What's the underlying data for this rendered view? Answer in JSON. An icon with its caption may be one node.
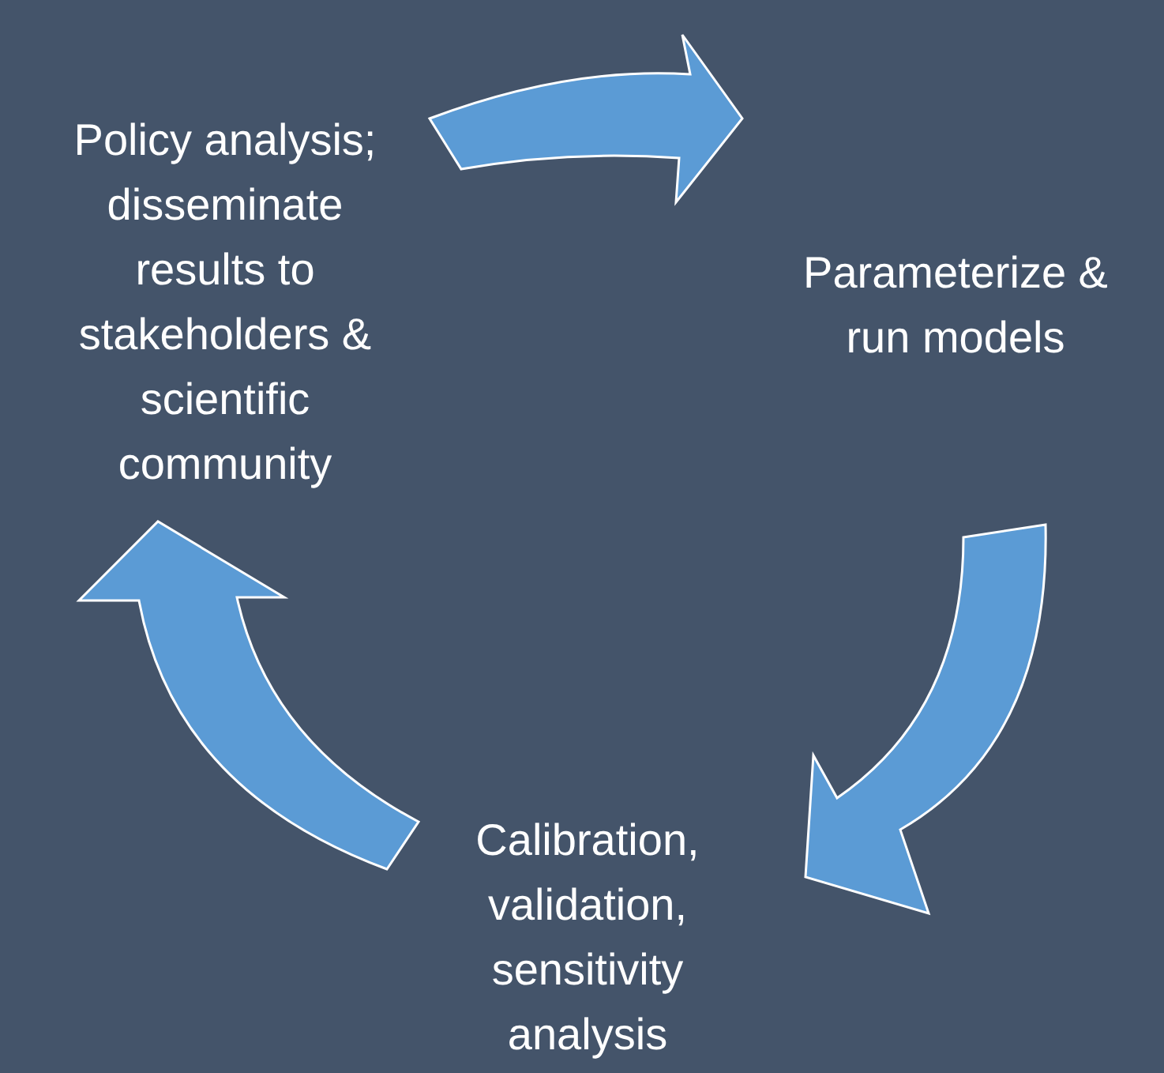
{
  "diagram": {
    "nodes": [
      {
        "text": [
          "Policy analysis; disseminate results to stakeholders & scientific community"
        ]
      },
      {
        "text": [
          "Parameterize & run models"
        ]
      },
      {
        "text": [
          "Calibration, validation, sensitivity analysis"
        ]
      }
    ],
    "edges": [
      {
        "from": 0,
        "to": 1,
        "arrow": "to"
      },
      {
        "from": 1,
        "to": 2,
        "arrow": "to"
      },
      {
        "from": 2,
        "to": 0,
        "arrow": "to"
      }
    ]
  }
}
